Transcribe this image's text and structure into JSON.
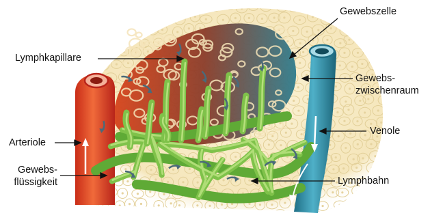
{
  "diagram": {
    "labels": {
      "gewebszelle": "Gewebszelle",
      "lymphkapillare": "Lymphkapillare",
      "gewebs_zwischenraum_1": "Gewebs-",
      "gewebs_zwischenraum_2": "zwischenraum",
      "venole": "Venole",
      "arteriole": "Arteriole",
      "gewebsfluessigkeit_1": "Gewebs-",
      "gewebsfluessigkeit_2": "flüssigkeit",
      "lymphbahn": "Lymphbahn"
    },
    "colors": {
      "tissue_background": "#f7ecc8",
      "cell_outline": "#e2cf98",
      "arteriole": "#e8432a",
      "capillary_mesh": "#9a4a2a",
      "venole": "#2e8ea6",
      "lymph_vessel": "#7fc24a",
      "lymph_highlight": "#b6e07c",
      "flow_arrow": "#4a6a7a"
    }
  }
}
